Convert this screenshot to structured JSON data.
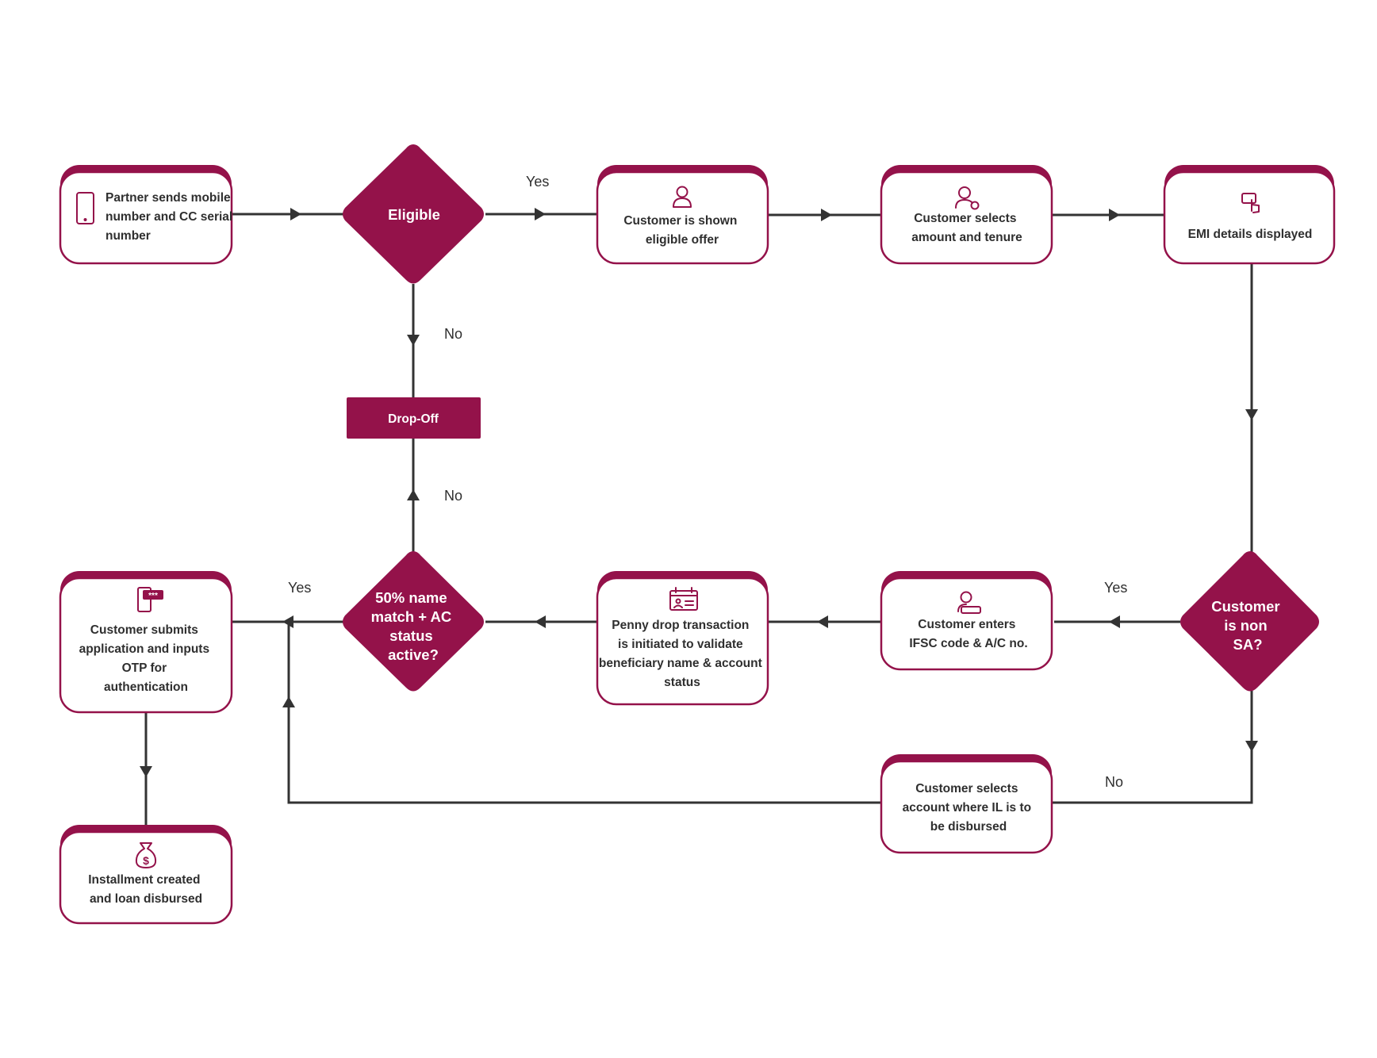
{
  "colors": {
    "accent": "#94124a",
    "connector": "#333333",
    "text": "#2f2f2f"
  },
  "nodes": {
    "partner_sends": {
      "lines": [
        "Partner sends mobile",
        "number and CC serial",
        "number"
      ],
      "icon": "mobile-phone-icon"
    },
    "eligible": {
      "lines": [
        "Eligible"
      ]
    },
    "shown_offer": {
      "lines": [
        "Customer is shown",
        "eligible offer"
      ],
      "icon": "user-icon"
    },
    "selects_amount": {
      "lines": [
        "Customer selects",
        "amount and tenure"
      ],
      "icon": "user-money-icon"
    },
    "emi_details": {
      "lines": [
        "EMI details displayed"
      ],
      "icon": "tap-screen-icon"
    },
    "drop_off": {
      "lines": [
        "Drop-Off"
      ]
    },
    "non_sa": {
      "lines": [
        "Customer",
        "is non",
        "SA?"
      ]
    },
    "enters_ifsc": {
      "lines": [
        "Customer enters",
        "IFSC code & A/C no."
      ],
      "icon": "user-account-icon"
    },
    "penny_drop": {
      "lines": [
        "Penny drop transaction",
        "is initiated to validate",
        "beneficiary name & account",
        "status"
      ],
      "icon": "id-calendar-icon"
    },
    "name_match": {
      "lines": [
        "50% name",
        "match + AC",
        "status",
        "active?"
      ]
    },
    "submits_app": {
      "lines": [
        "Customer submits",
        "application and inputs",
        "OTP for",
        "authentication"
      ],
      "icon": "otp-phone-icon"
    },
    "installment": {
      "lines": [
        "Installment created",
        "and loan disbursed"
      ],
      "icon": "money-bag-icon"
    },
    "selects_account": {
      "lines": [
        "Customer selects",
        "account where IL is to",
        "be disbursed"
      ]
    }
  },
  "edge_labels": {
    "eligible_yes": "Yes",
    "eligible_no": "No",
    "match_no": "No",
    "match_yes": "Yes",
    "non_sa_yes": "Yes",
    "non_sa_no": "No"
  }
}
